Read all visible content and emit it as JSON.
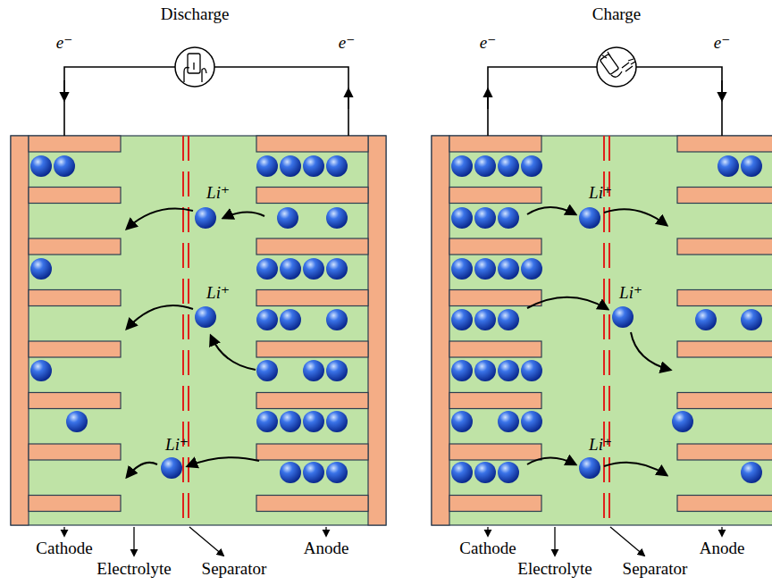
{
  "diagram": {
    "labels": [
      "Discharge",
      "e⁻",
      "e⁻",
      "Li⁺",
      "Li⁺",
      "Li⁺",
      "Cathode",
      "Electrolyte",
      "Separator",
      "Anode",
      "Charge",
      "e⁻",
      "e⁻",
      "Li⁺",
      "Li⁺",
      "Li⁺",
      "Cathode",
      "Electrolyte",
      "Separator",
      "Anode"
    ]
  }
}
